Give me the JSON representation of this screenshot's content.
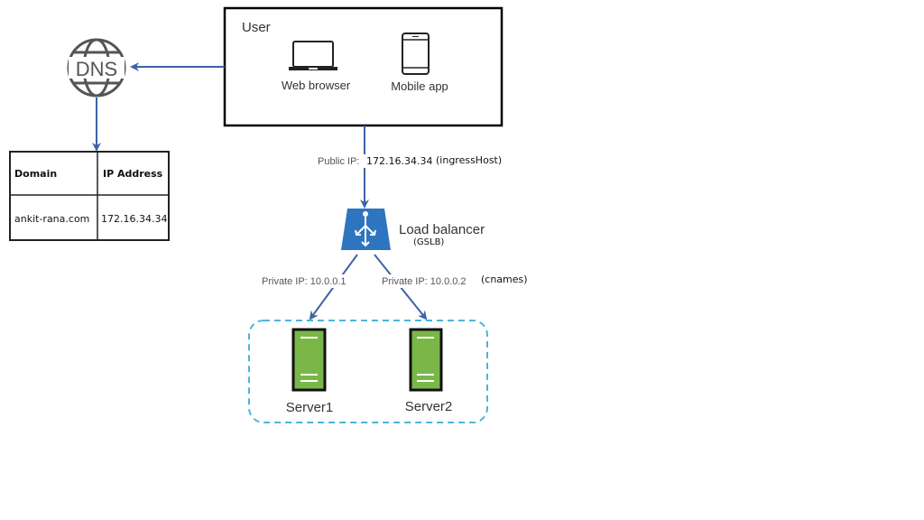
{
  "user_box": {
    "title": "User",
    "clients": [
      {
        "label": "Web browser",
        "icon": "laptop-icon"
      },
      {
        "label": "Mobile app",
        "icon": "phone-icon"
      }
    ]
  },
  "dns": {
    "label": "DNS",
    "icon": "globe-icon"
  },
  "dns_table": {
    "headers": [
      "Domain",
      "IP Address"
    ],
    "rows": [
      [
        "ankit-rana.com",
        "172.16.34.34"
      ]
    ]
  },
  "public_link": {
    "prefix": "Public IP:",
    "ip": "172.16.34.34",
    "note": "(ingressHost)"
  },
  "load_balancer": {
    "label": "Load balancer",
    "sublabel": "(GSLB)",
    "color": "#2e75c0"
  },
  "private_links": [
    {
      "label": "Private IP: 10.0.0.1"
    },
    {
      "label": "Private IP: 10.0.0.2"
    }
  ],
  "cnames_note": "(cnames)",
  "servers": [
    {
      "label": "Server1"
    },
    {
      "label": "Server2"
    }
  ],
  "colors": {
    "arrow": "#3c64a6",
    "server": "#7ab648",
    "group_border": "#4cb4dc"
  }
}
